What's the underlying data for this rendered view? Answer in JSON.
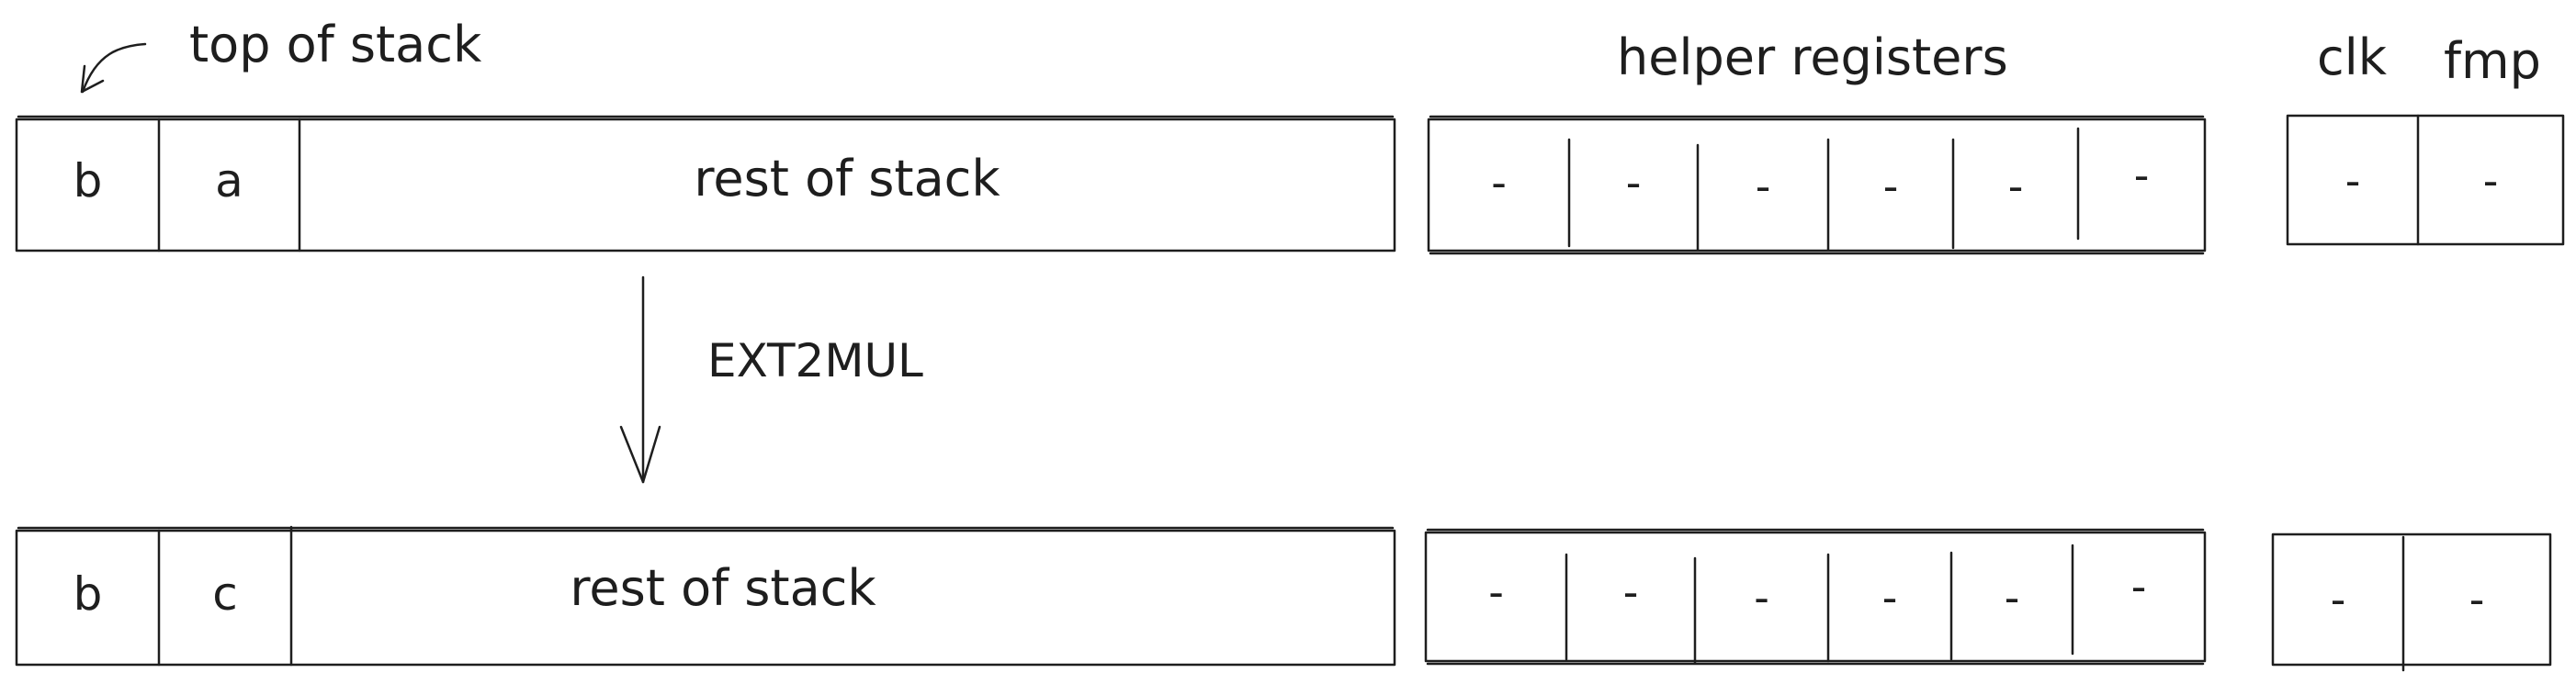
{
  "annotations": {
    "top_of_stack": "top of stack",
    "helper_registers": "helper registers",
    "clk": "clk",
    "fmp": "fmp",
    "operation": "EXT2MUL"
  },
  "before": {
    "stack": {
      "cell_0": "b",
      "cell_1": "a",
      "rest": "rest of stack"
    },
    "helpers": [
      "-",
      "-",
      "-",
      "-",
      "-",
      "-"
    ],
    "clk": "-",
    "fmp": "-"
  },
  "after": {
    "stack": {
      "cell_0": "b",
      "cell_1": "c",
      "rest": "rest of stack"
    },
    "helpers": [
      "-",
      "-",
      "-",
      "-",
      "-",
      "-"
    ],
    "clk": "-",
    "fmp": "-"
  },
  "colors": {
    "stroke": "#1e1e1e",
    "background": "#ffffff"
  }
}
